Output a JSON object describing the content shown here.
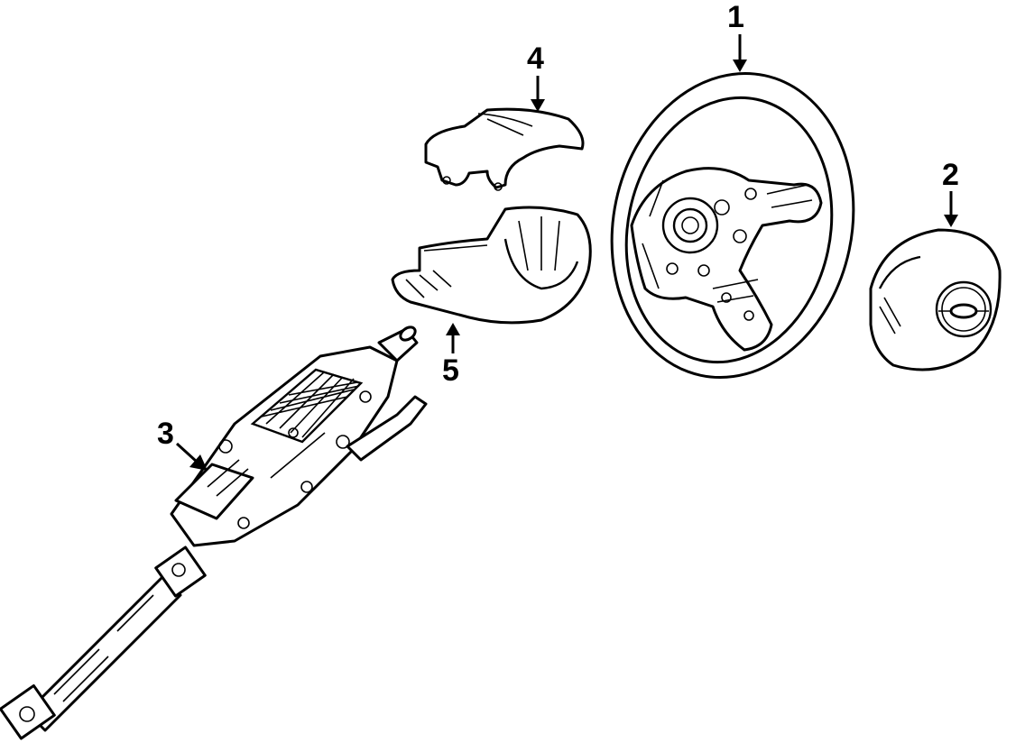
{
  "callouts": [
    {
      "id": "1",
      "label": "1"
    },
    {
      "id": "2",
      "label": "2"
    },
    {
      "id": "3",
      "label": "3"
    },
    {
      "id": "4",
      "label": "4"
    },
    {
      "id": "5",
      "label": "5"
    }
  ],
  "parts": [
    {
      "name": "steering-wheel",
      "callout": "1"
    },
    {
      "name": "airbag-module",
      "callout": "2"
    },
    {
      "name": "steering-column",
      "callout": "3"
    },
    {
      "name": "upper-column-cover",
      "callout": "4"
    },
    {
      "name": "lower-column-cover",
      "callout": "5"
    }
  ],
  "colors": {
    "line": "#000000",
    "background": "#ffffff"
  }
}
